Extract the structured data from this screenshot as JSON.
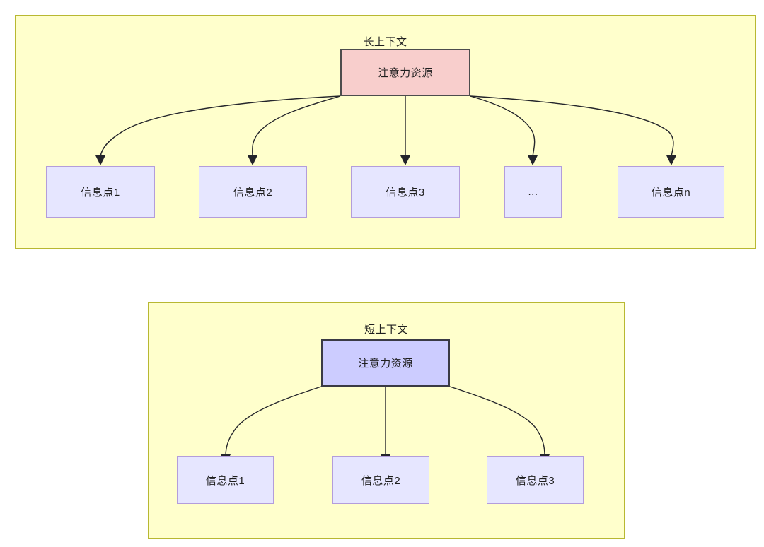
{
  "diagram": {
    "type": "flowchart",
    "background": "#ffffff",
    "palette": {
      "container_fill": "#ffffcc",
      "container_stroke": "#b8b832",
      "attention_long_fill": "#f8cecc",
      "attention_long_stroke": "#4d4d4d",
      "attention_short_fill": "#ccccff",
      "attention_short_stroke": "#3a3a45",
      "info_fill": "#e6e6ff",
      "info_stroke": "#b39ddb",
      "edge_stroke": "#24252b",
      "text": "#1f1f1f"
    },
    "sections": [
      {
        "id": "long-context",
        "title": "长上下文",
        "root": {
          "id": "attention-long",
          "label": "注意力资源"
        },
        "leaves": [
          {
            "id": "info-long-1",
            "label": "信息点1"
          },
          {
            "id": "info-long-2",
            "label": "信息点2"
          },
          {
            "id": "info-long-3",
            "label": "信息点3"
          },
          {
            "id": "info-long-ellipsis",
            "label": "..."
          },
          {
            "id": "info-long-n",
            "label": "信息点n"
          }
        ],
        "edge_count": 5
      },
      {
        "id": "short-context",
        "title": "短上下文",
        "root": {
          "id": "attention-short",
          "label": "注意力资源"
        },
        "leaves": [
          {
            "id": "info-short-1",
            "label": "信息点1"
          },
          {
            "id": "info-short-2",
            "label": "信息点2"
          },
          {
            "id": "info-short-3",
            "label": "信息点3"
          }
        ],
        "edge_count": 3
      }
    ]
  }
}
